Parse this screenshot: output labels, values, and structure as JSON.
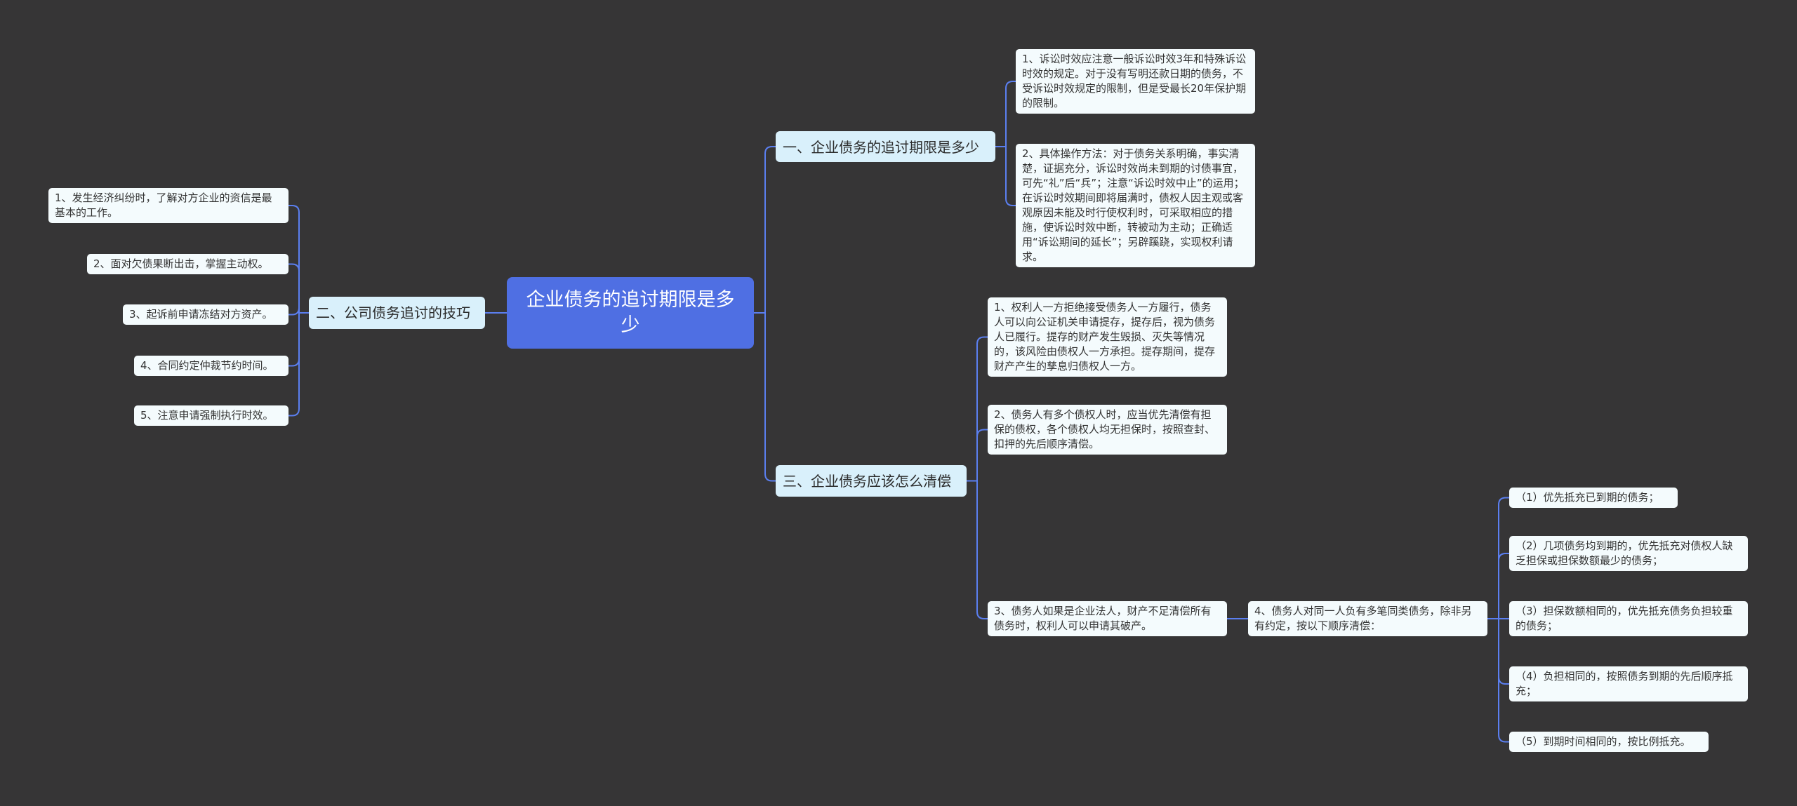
{
  "root": {
    "title": "企业债务的追讨期限是多少"
  },
  "branches": [
    {
      "label": "一、企业债务的追讨期限是多少",
      "items": [
        "1、诉讼时效应注意一般诉讼时效3年和特殊诉讼时效的规定。对于没有写明还款日期的债务，不受诉讼时效规定的限制，但是受最长20年保护期的限制。",
        "2、具体操作方法：对于债务关系明确，事实清楚，证据充分，诉讼时效尚未到期的讨债事宜，可先“礼”后“兵”；注意“诉讼时效中止”的运用；在诉讼时效期间即将届满时，债权人因主观或客观原因未能及时行使权利时，可采取相应的措施，使诉讼时效中断，转被动为主动；正确适用“诉讼期间的延长”；另辟蹊跷，实现权利请求。"
      ]
    },
    {
      "label": "二、公司债务追讨的技巧",
      "items": [
        "1、发生经济纠纷时，了解对方企业的资信是最基本的工作。",
        "2、面对欠债果断出击，掌握主动权。",
        "3、起诉前申请冻结对方资产。",
        "4、合同约定仲裁节约时间。",
        "5、注意申请强制执行时效。"
      ]
    },
    {
      "label": "三、企业债务应该怎么清偿",
      "items": [
        "1、权利人一方拒绝接受债务人一方履行，债务人可以向公证机关申请提存，提存后，视为债务人已履行。提存的财产发生毁损、灭失等情况的，该风险由债权人一方承担。提存期间，提存财产产生的孳息归债权人一方。",
        "2、债务人有多个债权人时，应当优先清偿有担保的债权，各个债权人均无担保时，按照查封、扣押的先后顺序清偿。",
        "3、债务人如果是企业法人，财产不足清偿所有债务时，权利人可以申请其破产。"
      ],
      "sub": {
        "label": "4、债务人对同一人负有多笔同类债务，除非另有约定，按以下顺序清偿：",
        "items": [
          "（1）优先抵充已到期的债务；",
          "（2）几项债务均到期的，优先抵充对债权人缺乏担保或担保数额最少的债务；",
          "（3）担保数额相同的，优先抵充债务负担较重的债务；",
          "（4）负担相同的，按照债务到期的先后顺序抵充；",
          "（5）到期时间相同的，按比例抵充。"
        ]
      }
    }
  ],
  "colors": {
    "background": "#363536",
    "root": "#4f6fe3",
    "branch": "#d9f0fb",
    "leaf": "#f4fbfd",
    "connector": "#5b7ff0"
  }
}
